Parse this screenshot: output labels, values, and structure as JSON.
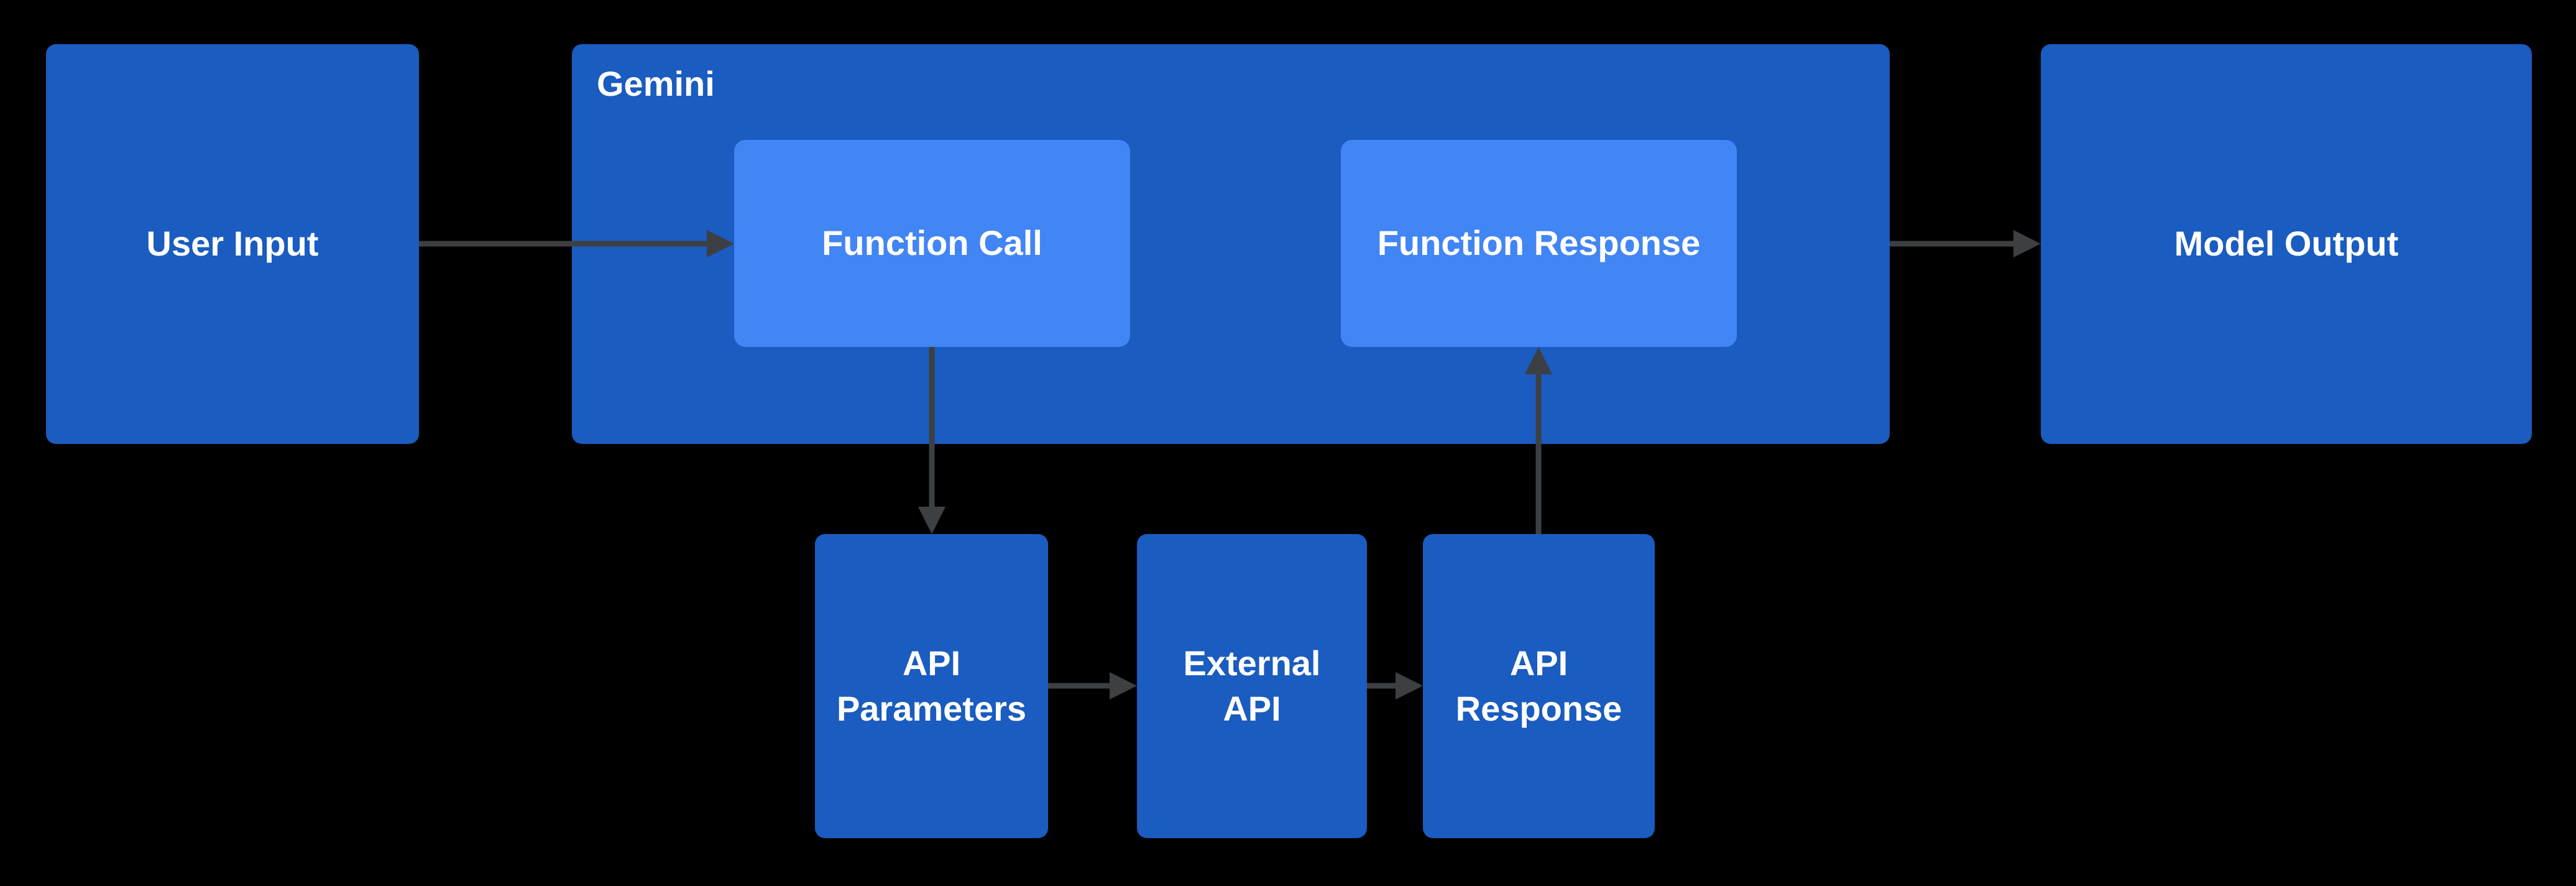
{
  "diagram": {
    "nodes": {
      "user_input": {
        "label": "User Input"
      },
      "gemini": {
        "label": "Gemini"
      },
      "function_call": {
        "label": "Function Call"
      },
      "function_response": {
        "label": "Function Response"
      },
      "model_output": {
        "label": "Model Output"
      },
      "api_parameters": {
        "label": "API Parameters"
      },
      "external_api": {
        "label": "External API"
      },
      "api_response": {
        "label": "API Response"
      }
    },
    "edges": [
      {
        "from": "user_input",
        "to": "function_call"
      },
      {
        "from": "function_call",
        "to": "api_parameters"
      },
      {
        "from": "api_parameters",
        "to": "external_api"
      },
      {
        "from": "external_api",
        "to": "api_response"
      },
      {
        "from": "api_response",
        "to": "function_response"
      },
      {
        "from": "gemini",
        "to": "model_output"
      }
    ],
    "colors": {
      "background": "#000000",
      "node_fill": "#1a5cbf",
      "node_fill_light": "#4285f4",
      "arrow": "#3c4043",
      "text": "#ffffff"
    }
  }
}
